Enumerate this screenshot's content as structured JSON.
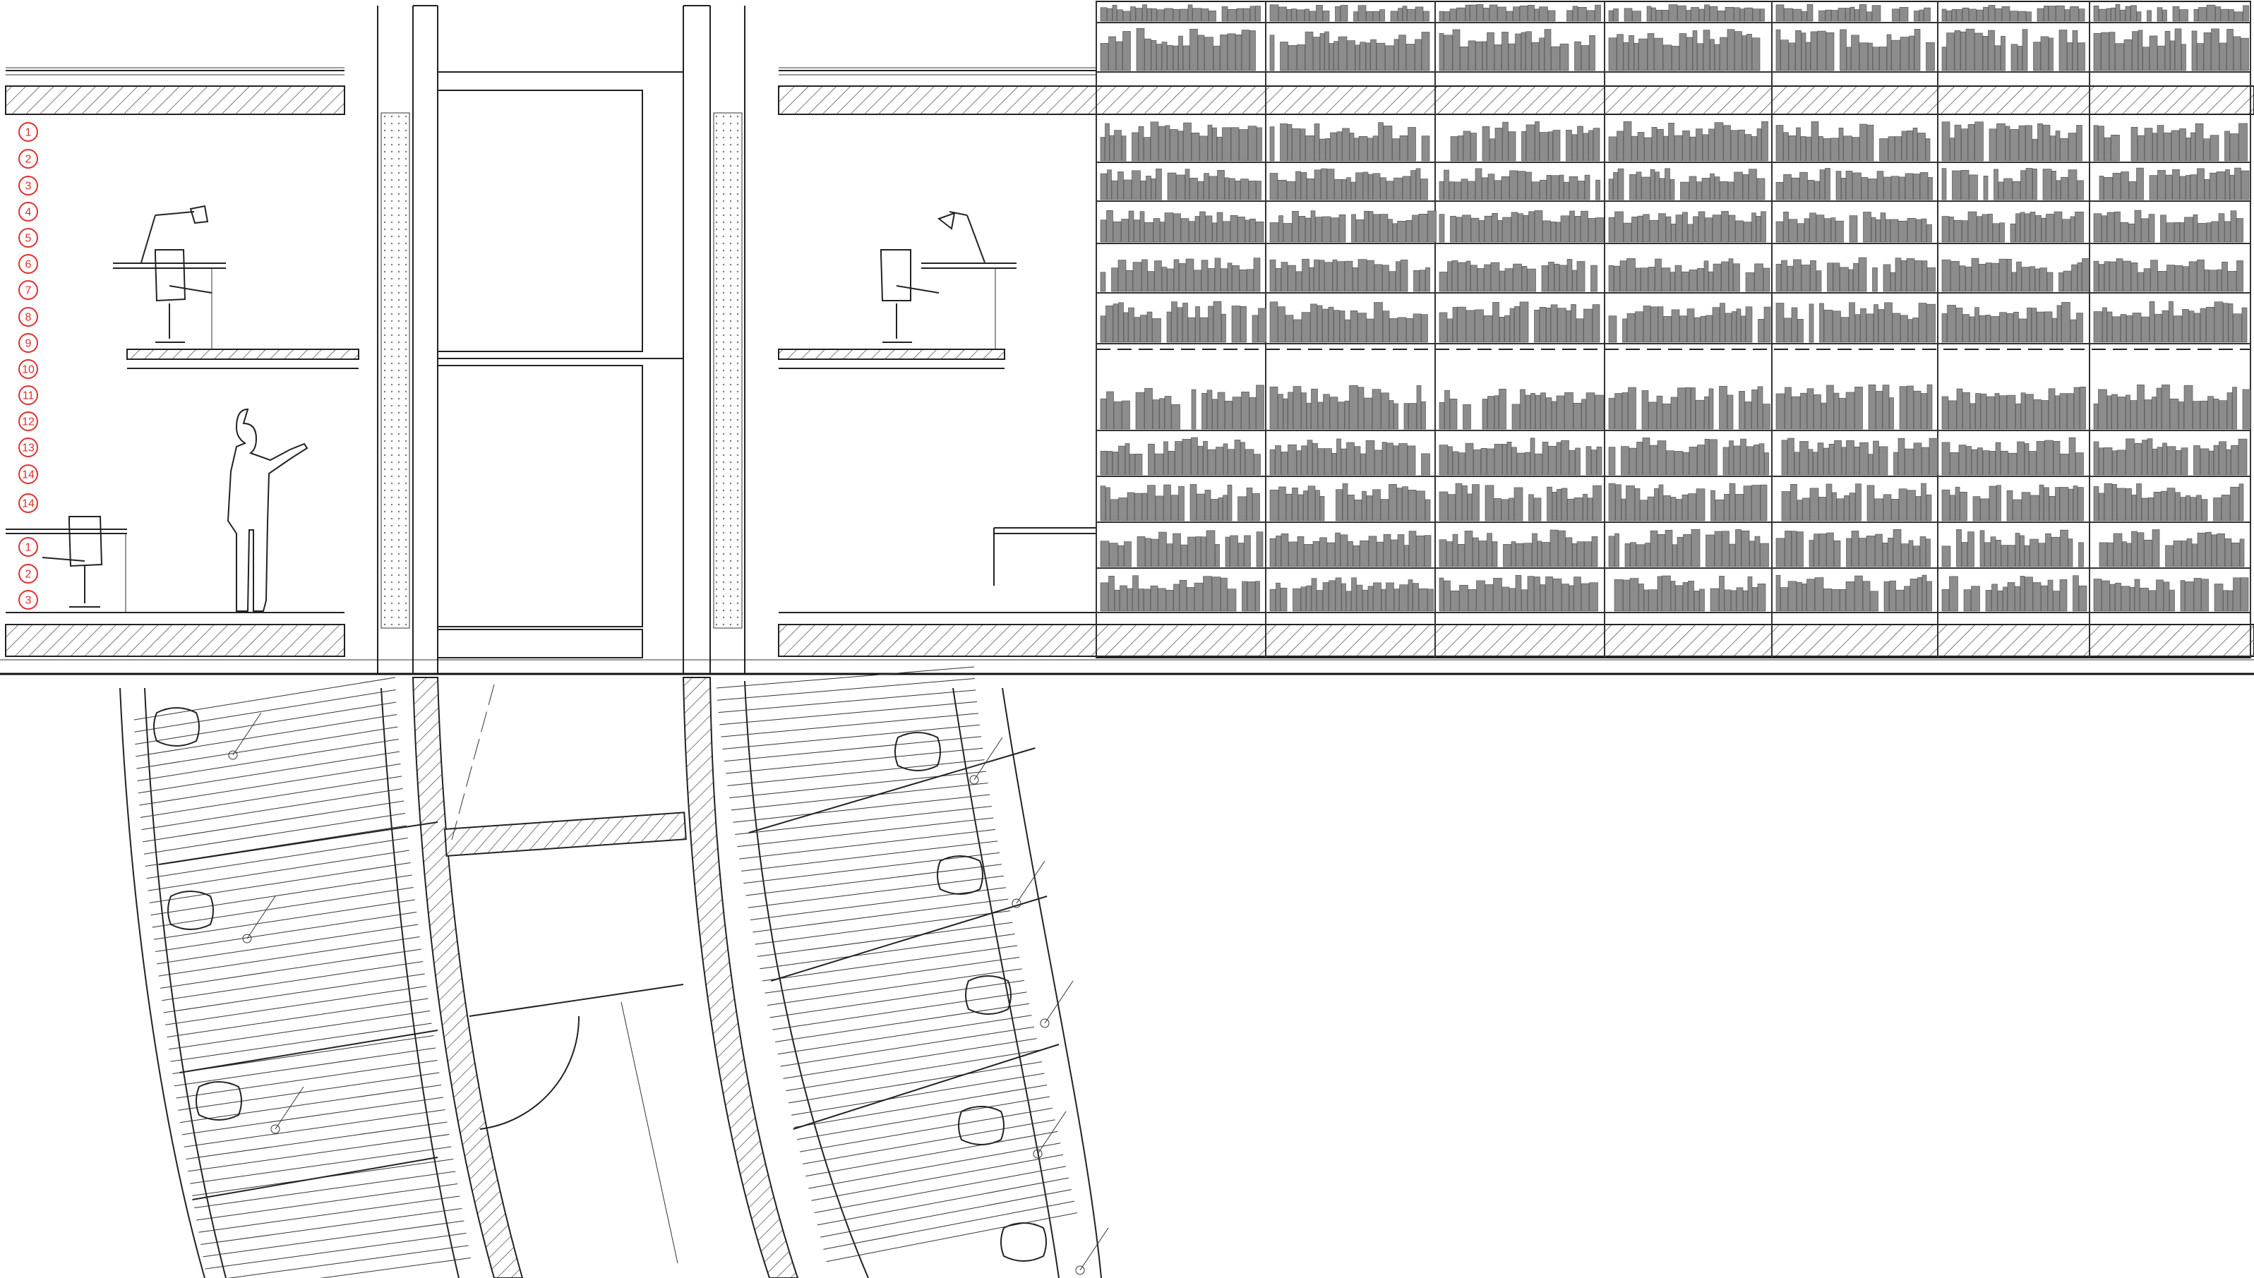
{
  "level_markers": [
    "1",
    "2",
    "3",
    "4",
    "5",
    "6",
    "7",
    "8",
    "9",
    "10",
    "11",
    "12",
    "13",
    "14",
    "14",
    "1",
    "2",
    "3"
  ]
}
